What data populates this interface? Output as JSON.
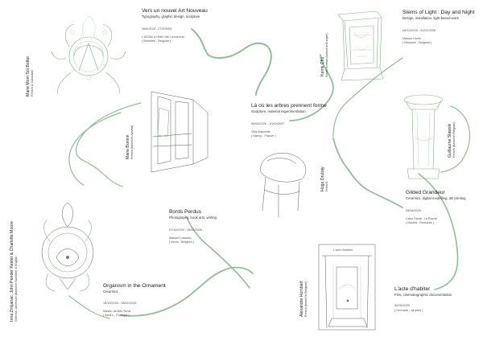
{
  "exhibits": [
    {
      "id": "art-nouveau",
      "title": "Vers un nouvel Art Nouveau",
      "subtitle": "Typography, graphic design, sculpture",
      "dates": "26/6/2025 - 27/9/2025",
      "venue_line1": "L'ADAM à Hôtel Van Lecoe/eux",
      "venue_line2": "( Brussels - Belgium )"
    },
    {
      "id": "stems-light",
      "title": "Stems of Light : Day and Night",
      "subtitle": "Design, installation, light-based work",
      "dates": "06/11/2025 - 31/01/2026",
      "venue_line1": "Maison Horta",
      "venue_line2": "( Brussels - Belgium )"
    },
    {
      "id": "arbres",
      "title": "Là où les arbres prennent forme",
      "subtitle": "Sculpture, material experimentation",
      "dates": "06/06/2026 - 10/10/2027",
      "venue_line1": "Villa Majorelle",
      "venue_line2": "( Nancy - France )"
    },
    {
      "id": "gilded",
      "title": "Gilded Grandeur",
      "subtitle": "Ceramics, digital modelling, 3D printing",
      "dates": "28/06/2025",
      "venue_line1": "Casa Gaudí- La Roche",
      "venue_line2": "( Madrid - Romania )"
    },
    {
      "id": "bords",
      "title": "Bords Perdus",
      "subtitle": "Photography, book arts, writing",
      "dates": "07/11/2025 - 15/03/2026",
      "venue_line1": "Maison Losseau",
      "venue_line2": "( Mons - Belgium )"
    },
    {
      "id": "organism",
      "title": "Organism in the Ornament",
      "subtitle": "Ceramics",
      "dates": "18/10/2025 - 08/02/2026",
      "venue_line1": "Museu de Arte Nova",
      "venue_line2": "( Aveiro - Portugal )"
    },
    {
      "id": "habiter",
      "title": "L'acte d'habiter",
      "subtitle": "Film, cinematographic documentation",
      "dates": "30/06/2025",
      "venue_line1": "( Grenade - all sites )",
      "venue_line2": ""
    }
  ],
  "artists": [
    {
      "id": "solheim",
      "name": "Marie Mom Sol Botter",
      "bio": "French & Canadian"
    },
    {
      "id": "cho",
      "name": "Yunmi Cho",
      "bio": "South Korean (based in Europe)"
    },
    {
      "id": "bonnin",
      "name": "Marie Bonnin",
      "bio": "French (based in Austria)"
    },
    {
      "id": "slawski",
      "name": "Guillaume Slawski",
      "bio": "French (based in Belgium)"
    },
    {
      "id": "drubay",
      "name": "Hugo Drubay",
      "bio": "French"
    },
    {
      "id": "trio",
      "name": "Inna Zmijanac, John Pender Kester & Charlotte Moore",
      "bio": "German, American (based in Sweden) & English"
    },
    {
      "id": "humbert",
      "name": "Alexandre Humbert",
      "bio": "French (based in Belgium)"
    }
  ],
  "illustration_label": "L'acte d'habiter",
  "colors": {
    "line": "#8fbf93",
    "illustration": "#7fb383",
    "text": "#1a1a1a"
  }
}
